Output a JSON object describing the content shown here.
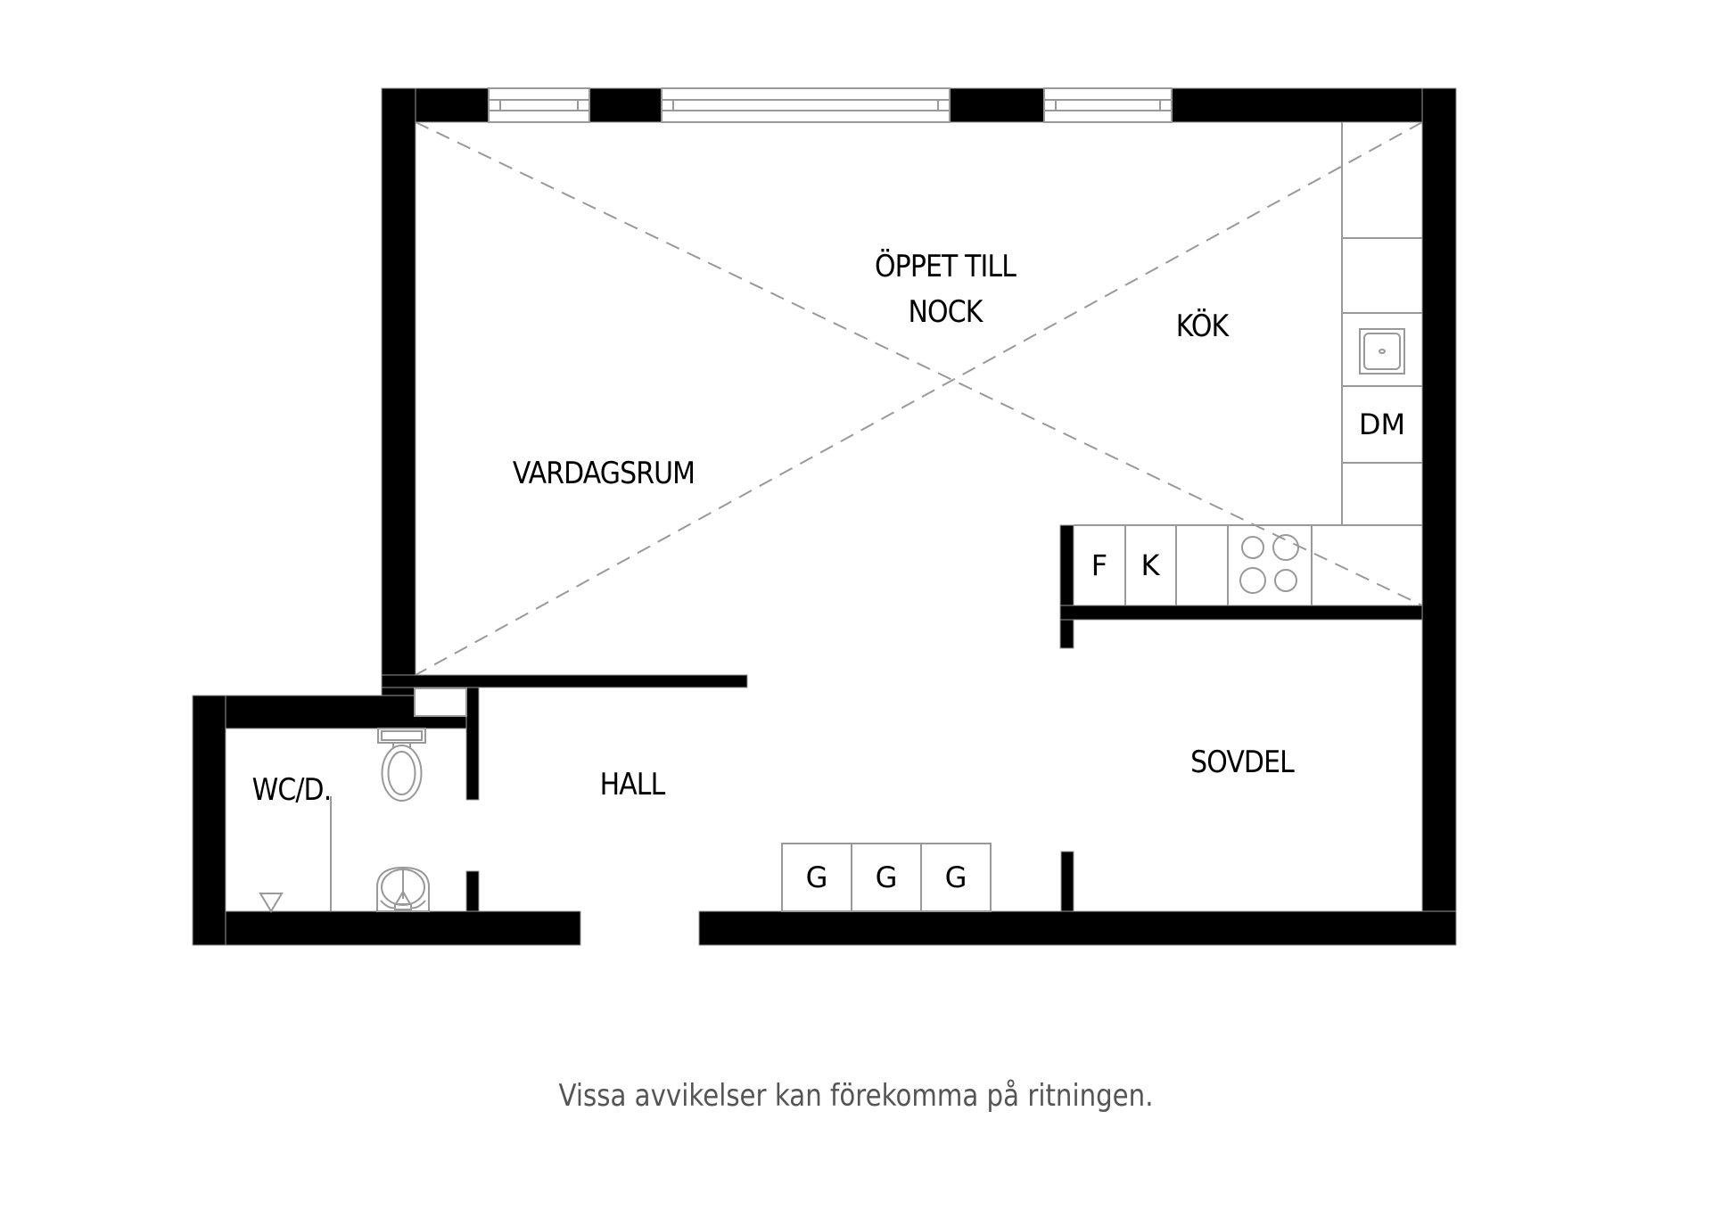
{
  "floorplan": {
    "colors": {
      "wall": "#000000",
      "fixture_line": "#999999",
      "diagonal": "#999999",
      "caption": "#555555",
      "background": "#ffffff"
    },
    "rooms": [
      {
        "id": "open-to-ridge",
        "label_line1": "ÖPPET TILL",
        "label_line2": "NOCK"
      },
      {
        "id": "kitchen",
        "label": "KÖK"
      },
      {
        "id": "living-room",
        "label": "VARDAGSRUM"
      },
      {
        "id": "hall",
        "label": "HALL"
      },
      {
        "id": "sleeping-area",
        "label": "SOVDEL"
      },
      {
        "id": "wc-shower",
        "label": "WC/D."
      }
    ],
    "fixtures": {
      "dishwasher": "DM",
      "fridge": "F",
      "freezer": "K",
      "wardrobes": [
        "G",
        "G",
        "G"
      ],
      "stove": "stove-icon",
      "kitchen_sink": "sink-icon",
      "toilet": "toilet-icon",
      "washbasin": "washbasin-icon",
      "floor_drain": "floor-drain-icon"
    },
    "windows": 3
  },
  "caption": "Vissa avvikelser kan förekomma på ritningen."
}
